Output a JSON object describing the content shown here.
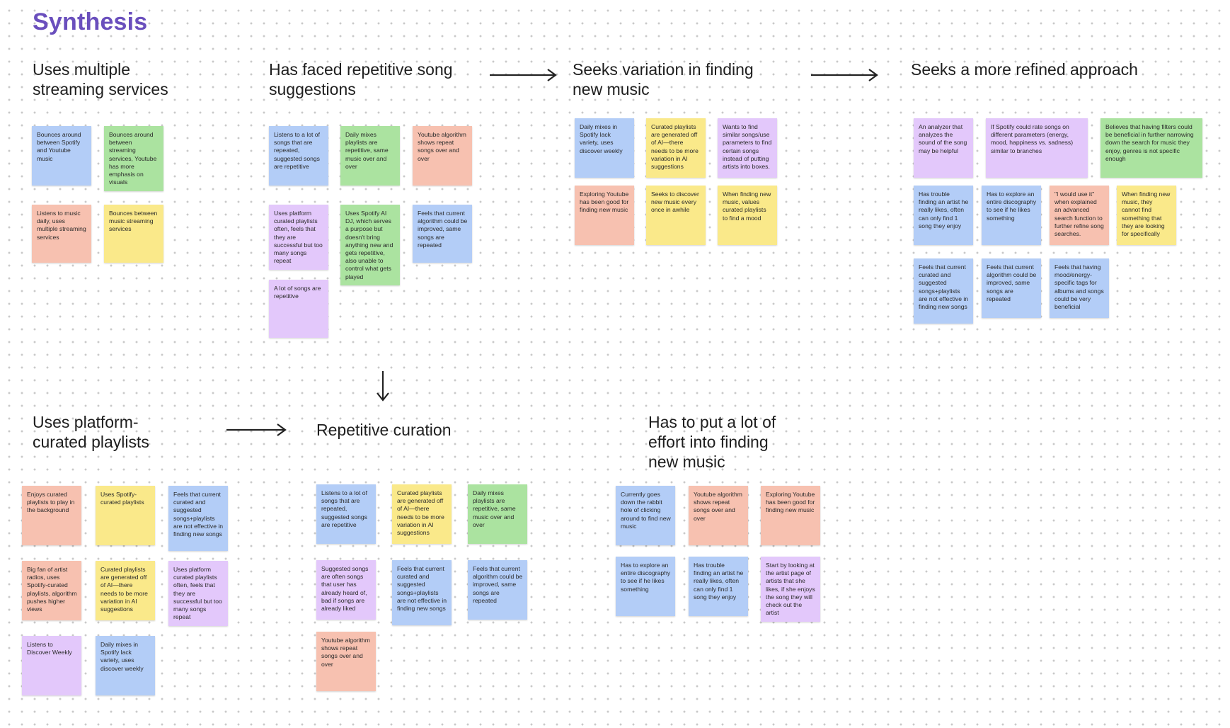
{
  "page": {
    "title": "Synthesis",
    "colors": {
      "title": "#6a4fbd",
      "blue": "#b3cdf7",
      "green": "#abe3a0",
      "pink": "#f7c1b0",
      "yellow": "#fae98a",
      "purple": "#e3c8fb"
    }
  },
  "clusters": {
    "multiple_services": {
      "title": "Uses multiple streaming services",
      "notes": [
        {
          "text": "Bounces around between Spotify and Youtube music",
          "color": "blue"
        },
        {
          "text": "Bounces around between streaming services, Youtube has more emphasis on visuals",
          "color": "green"
        },
        {
          "text": "Listens to music daily, uses multiple streaming services",
          "color": "pink"
        },
        {
          "text": "Bounces between music streaming services",
          "color": "yellow"
        }
      ]
    },
    "repetitive_suggestions": {
      "title": "Has faced repetitive song suggestions",
      "notes": [
        {
          "text": "Listens to a lot of songs that are repeated, suggested songs are repetitive",
          "color": "blue"
        },
        {
          "text": "Daily mixes playlists are repetitive, same music over and over",
          "color": "green"
        },
        {
          "text": "Youtube algorithm shows repeat songs over and over",
          "color": "pink"
        },
        {
          "text": "Uses platform curated playlists often, feels that they are successful but too many songs repeat",
          "color": "purple"
        },
        {
          "text": "Uses Spotify AI DJ, which serves a purpose but doesn't bring anything new and gets repetitive, also unable to control what gets played",
          "color": "green"
        },
        {
          "text": "Feels that current algorithm could be improved, same songs are repeated",
          "color": "blue"
        },
        {
          "text": "A lot of songs are repetitive",
          "color": "purple"
        }
      ]
    },
    "seeks_variation": {
      "title": "Seeks variation in finding new music",
      "notes": [
        {
          "text": "Daily mixes in Spotify lack variety, uses discover weekly",
          "color": "blue"
        },
        {
          "text": "Curated playlists are generated off of AI—there needs to be more variation in AI suggestions",
          "color": "yellow"
        },
        {
          "text": "Wants to find similar songs/use parameters to find certain songs instead of putting artists into boxes.",
          "color": "purple"
        },
        {
          "text": "Exploring Youtube has been good for finding new music",
          "color": "pink"
        },
        {
          "text": "Seeks to discover new music every once in awhile",
          "color": "yellow"
        },
        {
          "text": "When finding new music, values curated playlists to find a mood",
          "color": "yellow"
        }
      ]
    },
    "refined_approach": {
      "title": "Seeks a more refined approach",
      "notes": [
        {
          "text": "An analyzer that analyzes the sound of the song may be helpful",
          "color": "purple"
        },
        {
          "text": "If Spotify could rate songs on different parameters (energy, mood, happiness vs. sadness) similar to branches",
          "color": "purple"
        },
        {
          "text": "Believes that having filters could be beneficial in further narrowing down the search for music they enjoy, genres is not specific enough",
          "color": "green"
        },
        {
          "text": "Has trouble finding an artist he really likes, often can only find 1 song they enjoy",
          "color": "blue"
        },
        {
          "text": "Has to explore an entire discography to see if he likes something",
          "color": "blue"
        },
        {
          "text": "\"I would use it\" when explained an advanced search function to further refine song searches.",
          "color": "pink"
        },
        {
          "text": "When finding new music, they cannot find something that they are looking for specifically",
          "color": "yellow"
        },
        {
          "text": "Feels that current curated and suggested songs+playlists are not effective in finding new songs",
          "color": "blue"
        },
        {
          "text": "Feels that current algorithm could be improved, same songs are repeated",
          "color": "blue"
        },
        {
          "text": "Feels that having mood/energy-specific tags for albums and songs could be very beneficial",
          "color": "blue"
        }
      ]
    },
    "platform_curated": {
      "title": "Uses platform-curated playlists",
      "notes": [
        {
          "text": "Enjoys curated playlists to play in the background",
          "color": "pink"
        },
        {
          "text": "Uses Spotify-curated playlists",
          "color": "yellow"
        },
        {
          "text": "Feels that current curated and suggested songs+playlists are not effective in finding new songs",
          "color": "blue"
        },
        {
          "text": "Big fan of artist radios, uses Spotify-curated playlists, algorithm pushes higher views",
          "color": "pink"
        },
        {
          "text": "Curated playlists are generated off of AI—there needs to be more variation in AI suggestions",
          "color": "yellow"
        },
        {
          "text": "Uses platform curated playlists often, feels that they are successful but too many songs repeat",
          "color": "purple"
        },
        {
          "text": "Listens to Discover Weekly",
          "color": "purple"
        },
        {
          "text": "Daily mixes in Spotify lack variety, uses discover weekly",
          "color": "blue"
        }
      ]
    },
    "repetitive_curation": {
      "title": "Repetitive curation",
      "notes": [
        {
          "text": "Listens to a lot of songs that are repeated, suggested songs are repetitive",
          "color": "blue"
        },
        {
          "text": "Curated playlists are generated off of AI—there needs to be more variation in AI suggestions",
          "color": "yellow"
        },
        {
          "text": "Daily mixes playlists are repetitive, same music over and over",
          "color": "green"
        },
        {
          "text": "Suggested songs are often songs that user has already heard of, bad if songs are already liked",
          "color": "purple"
        },
        {
          "text": "Feels that current curated and suggested songs+playlists are not effective in finding new songs",
          "color": "blue"
        },
        {
          "text": "Feels that current algorithm could be improved, same songs are repeated",
          "color": "blue"
        },
        {
          "text": "Youtube algorithm shows repeat songs over and over",
          "color": "pink"
        }
      ]
    },
    "effort": {
      "title": "Has to put a lot of effort into finding new music",
      "notes": [
        {
          "text": "Currently goes down the rabbit hole of clicking around to find new music",
          "color": "blue"
        },
        {
          "text": "Youtube algorithm shows repeat songs over and over",
          "color": "pink"
        },
        {
          "text": "Exploring Youtube has been good for finding new music",
          "color": "pink"
        },
        {
          "text": "Has to explore an entire discography to see if he likes something",
          "color": "blue"
        },
        {
          "text": "Has trouble finding an artist he really likes, often can only find 1 song they enjoy",
          "color": "blue"
        },
        {
          "text": "Start by looking at the artist page of artists that she likes, if she enjoys the song they will check out the artist",
          "color": "purple"
        }
      ]
    }
  }
}
